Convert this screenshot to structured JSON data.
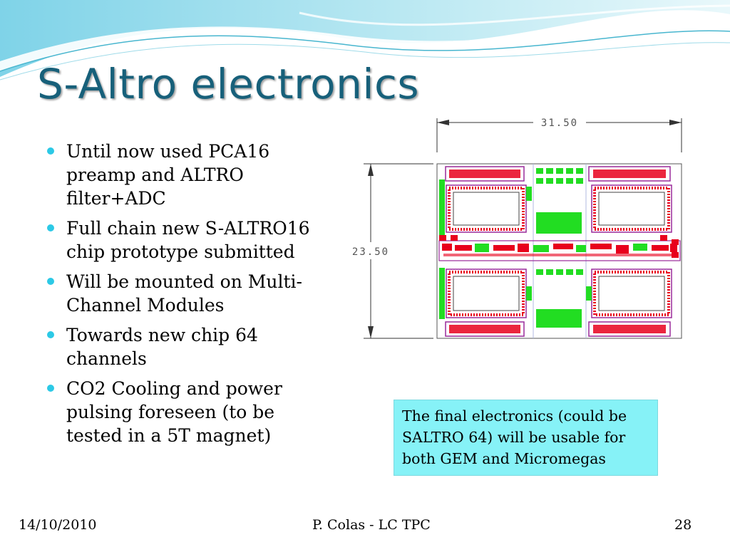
{
  "slide": {
    "title": "S-Altro electronics",
    "bullets": [
      "Until now used PCA16 preamp and ALTRO filter+ADC",
      "Full chain new S-ALTRO16 chip prototype submitted",
      "Will be mounted on Multi-Channel Modules",
      "Towards new chip 64 channels",
      "CO2 Cooling and power pulsing foreseen (to be tested in a 5T magnet)"
    ],
    "callout": "The final electronics (could be SALTRO 64) will be usable for both GEM and Micromegas"
  },
  "diagram": {
    "width_label": "31.50",
    "height_label": "23.50"
  },
  "footer": {
    "date": "14/10/2010",
    "author": "P. Colas - LC TPC",
    "page": "28"
  },
  "colors": {
    "title": "#17607a",
    "bullet": "#2cc9e6",
    "callout_bg": "#86f2f7",
    "pcb_red": "#e8001c",
    "pcb_green": "#22dd22",
    "pcb_purple": "#9a2a9a"
  }
}
